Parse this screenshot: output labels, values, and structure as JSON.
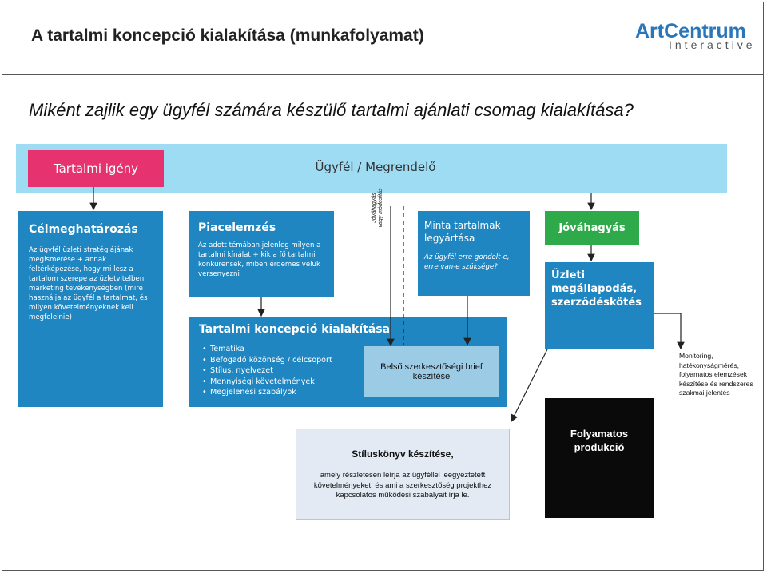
{
  "header": {
    "title": "A tartalmi koncepció kialakítása (munkafolyamat)",
    "logo_line1": "ArtCentrum",
    "logo_line2": "Interactive"
  },
  "subtitle": "Miként zajlik egy ügyfél számára készülő tartalmi ajánlati csomag kialakítása?",
  "band": {
    "demand_label": "Tartalmi igény",
    "client_label": "Ügyfél / Megrendelő"
  },
  "goal": {
    "heading": "Célmeghatározás",
    "body": "Az ügyfél üzleti stratégiájának megismerése + annak feltérképezése, hogy mi lesz a tartalom szerepe az üzletvitelben, marketing tevékenységben (mire használja az ügyfél a tartalmat, és milyen követelményeknek kell megfelelnie)"
  },
  "market": {
    "heading": "Piacelemzés",
    "body": "Az adott témában jelenleg milyen a tartalmi kínálat + kik a fő tartalmi konkurensek, miben érdemes velük versenyezni"
  },
  "approval_note": {
    "line1": "Jóváhagyás",
    "line2": "vagy módosítás"
  },
  "sample": {
    "heading": "Minta tartalmak legyártása",
    "body": "Az ügyfél erre gondolt-e, erre van-e szüksége?"
  },
  "approval": {
    "label": "Jóváhagyás"
  },
  "deal": {
    "label": "Üzleti megállapodás, szerződéskötés"
  },
  "concept": {
    "heading": "Tartalmi koncepció kialakítása",
    "items": [
      "Tematika",
      "Befogadó közönség / célcsoport",
      "Stílus, nyelvezet",
      "Mennyiségi követelmények",
      "Megjelenési szabályok"
    ]
  },
  "brief": {
    "label": "Belső szerkesztőségi brief készítése"
  },
  "monitoring": {
    "label": "Monitoring, hatékonyságmérés, folyamatos elemzések készítése és rendszeres szakmai jelentés"
  },
  "production": {
    "label": "Folyamatos produkció"
  },
  "stylebook": {
    "heading": "Stíluskönyv készítése,",
    "body": "amely részletesen leírja az ügyféllel leegyeztetett követelményeket, és ami a szerkesztőség projekthez kapcsolatos működési szabályait írja le."
  },
  "colors": {
    "blue_box": "#1f86c1",
    "band": "#9edcf4",
    "pink": "#e6336f",
    "green": "#2eaa4a",
    "light_box": "#9ccbe6",
    "logo": "#2a76b8"
  }
}
